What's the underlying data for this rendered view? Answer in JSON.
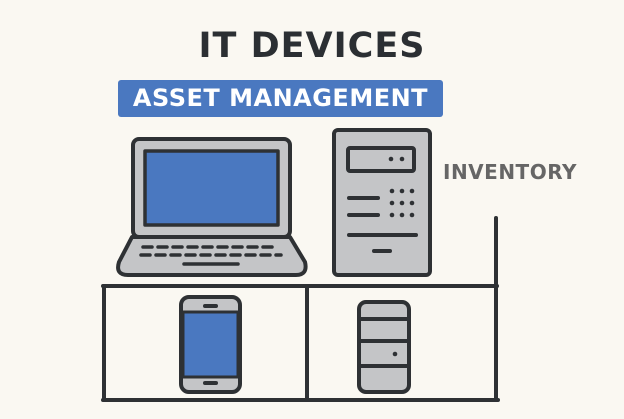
{
  "title": "IT DEVICES",
  "subtitle": "ASSET MANAGEMENT",
  "label": "INVENTORY",
  "colors": {
    "accent": "#4a78c0",
    "outline": "#2e3134",
    "device_gray": "#c4c5c7",
    "background": "#faf8f2"
  }
}
